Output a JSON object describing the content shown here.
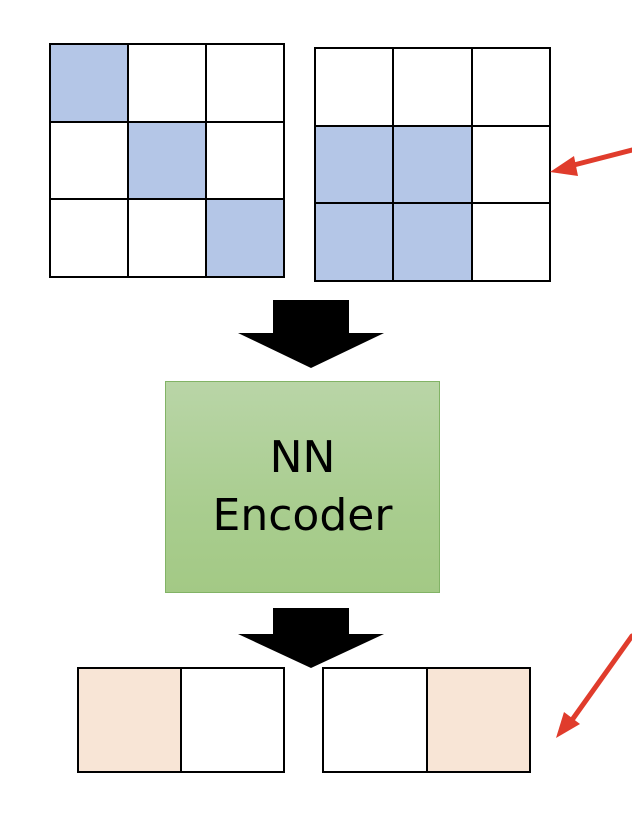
{
  "encoder": {
    "line1": "NN",
    "line2": "Encoder"
  },
  "input_grids": [
    {
      "rows": 3,
      "cols": 3,
      "filled": [
        [
          1,
          0,
          0
        ],
        [
          0,
          1,
          0
        ],
        [
          0,
          0,
          1
        ]
      ]
    },
    {
      "rows": 3,
      "cols": 3,
      "filled": [
        [
          0,
          0,
          0
        ],
        [
          1,
          1,
          0
        ],
        [
          1,
          1,
          0
        ]
      ]
    }
  ],
  "output_vectors": [
    {
      "cells": [
        1,
        0
      ]
    },
    {
      "cells": [
        0,
        1
      ]
    }
  ],
  "colors": {
    "grid_fill": "#b4c6e7",
    "vector_fill": "#f8e5d6",
    "encoder_fill": "#a9cd8f",
    "encoder_border": "#82b366",
    "flow_arrow": "#000000",
    "pointer_arrow": "#e03c2c"
  },
  "icons": {
    "flow_arrows": [
      "down-arrow-icon",
      "down-arrow-icon"
    ],
    "pointer_arrows": [
      "red-pointer-arrow-icon",
      "red-pointer-arrow-icon"
    ]
  }
}
